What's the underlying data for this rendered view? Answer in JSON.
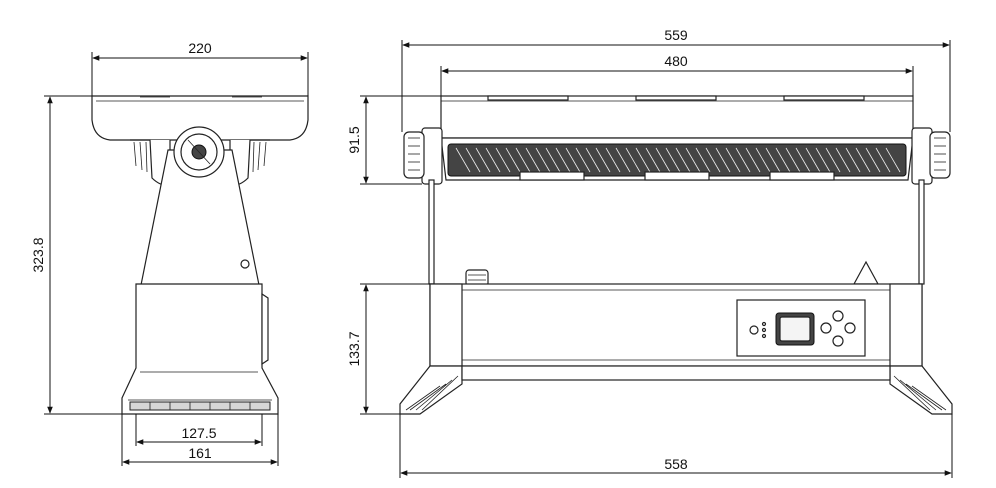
{
  "dimensions": {
    "side_width": "220",
    "overall_width_top": "559",
    "head_width": "480",
    "overall_height": "323.8",
    "head_height": "91.5",
    "base_height": "133.7",
    "base_inner_width": "127.5",
    "base_outer_width": "161",
    "base_length": "558"
  }
}
